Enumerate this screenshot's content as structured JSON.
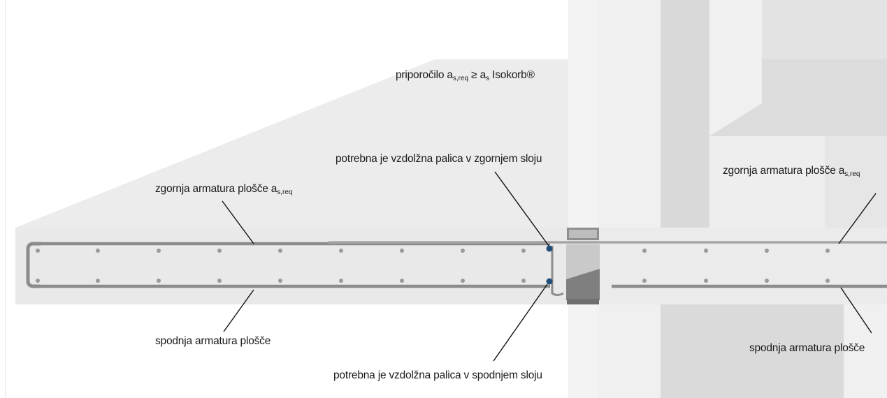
{
  "labels": {
    "recommendation": {
      "prefix": "priporočilo a",
      "sub1": "s,req",
      "middle": " ≥ a",
      "sub2": "s",
      "suffix": " Isokorb®"
    },
    "top_bar_required": "potrebna je vzdolžna palica v zgornjem sloju",
    "top_reinforcement_left": {
      "text": "zgornja armatura plošče a",
      "sub": "s,req"
    },
    "top_reinforcement_right": {
      "text": "zgornja armatura plošče a",
      "sub": "s,req"
    },
    "bottom_reinforcement_left": "spodnja armatura plošče",
    "bottom_reinforcement_right": "spodnja armatura plošče",
    "bottom_bar_required": "potrebna je vzdolžna palica v spodnjem sloju"
  },
  "colors": {
    "slab": "#e9e9e9",
    "slab_inner": "#efefef",
    "background_shape": "#ececec",
    "wall": "#f2f2f2",
    "rebar": "#8c8c8c",
    "rebar_dot": "#9a9a9a",
    "required_bar_marker": "#1f4e79",
    "isokorb_insulation": "#9a9a9a",
    "leader_line": "#111111"
  }
}
